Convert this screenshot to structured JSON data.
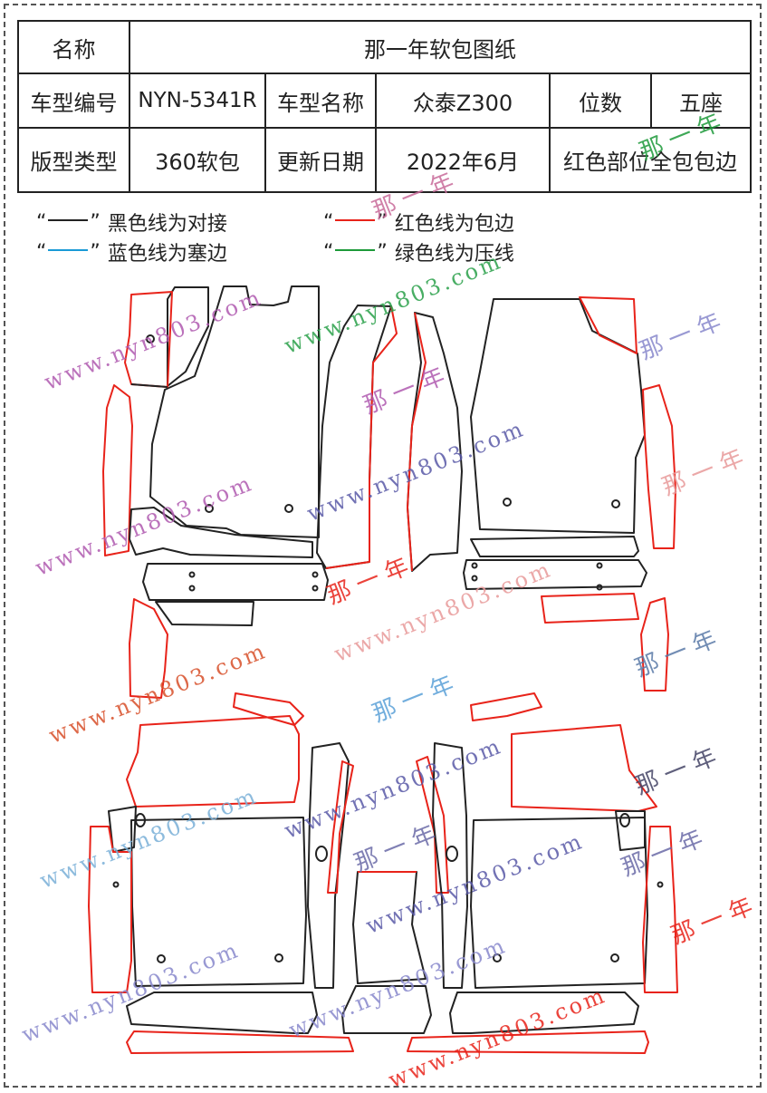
{
  "spec": {
    "r1": {
      "label": "名称",
      "value": "那一年软包图纸"
    },
    "r2": {
      "l1": "车型编号",
      "v1": "NYN-5341R",
      "l2": "车型名称",
      "v2": "众泰Z300",
      "l3": "位数",
      "v3": "五座"
    },
    "r3": {
      "l1": "版型类型",
      "v1": "360软包",
      "l2": "更新日期",
      "v2": "2022年6月",
      "v3": "红色部位全包包边"
    }
  },
  "legend": {
    "q_open": "“",
    "q_close": "”",
    "black": {
      "text": "黑色线为对接",
      "color": "#222222"
    },
    "red": {
      "text": "红色线为包边",
      "color": "#e8231a"
    },
    "blue": {
      "text": "蓝色线为塞边",
      "color": "#1a9ad6"
    },
    "green": {
      "text": "绿色线为压线",
      "color": "#1d9a3a"
    }
  },
  "watermark": {
    "url": "www.nyn803.com",
    "brand": "那一年"
  },
  "colors": {
    "line": "#222222",
    "edge": "#e8231a"
  }
}
